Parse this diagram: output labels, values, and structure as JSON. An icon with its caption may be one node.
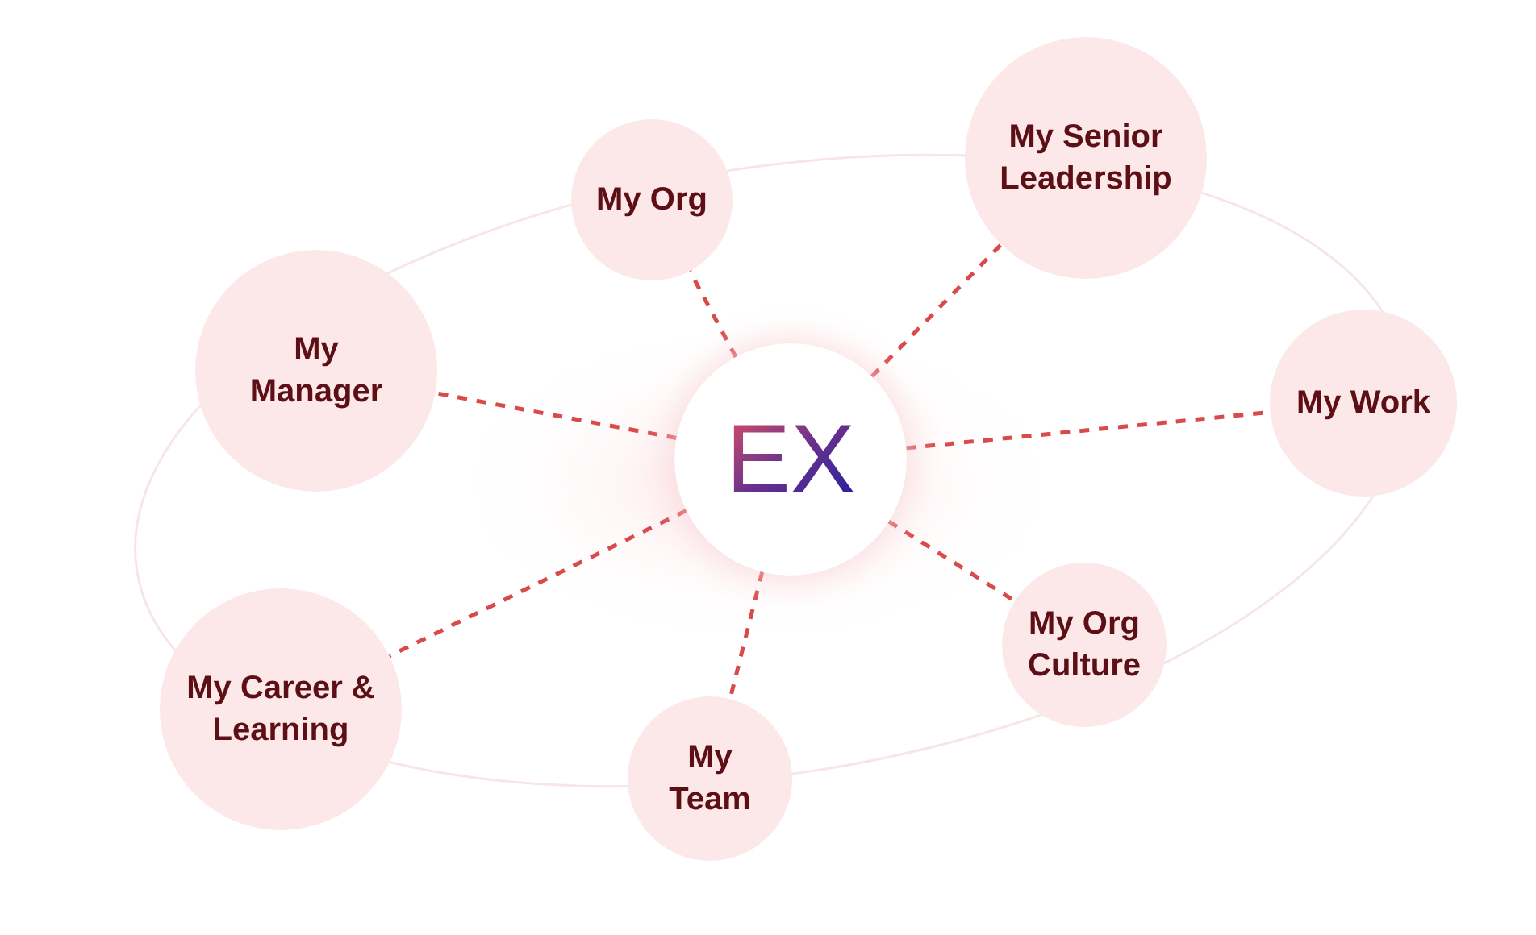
{
  "diagram": {
    "nodes": [
      {
        "text": [
          "EX"
        ]
      },
      {
        "text": [
          "My Org"
        ]
      },
      {
        "text": [
          "My Senior Leadership"
        ]
      },
      {
        "text": [
          "My Manager"
        ]
      },
      {
        "text": [
          "My Work"
        ]
      },
      {
        "text": [
          "My Career & Learning"
        ]
      },
      {
        "text": [
          "My Org Culture"
        ]
      },
      {
        "text": [
          "My Team"
        ]
      }
    ],
    "edges": [
      {
        "from": 0,
        "to": 1,
        "arrow": "none",
        "style": "dashed"
      },
      {
        "from": 0,
        "to": 2,
        "arrow": "none",
        "style": "dashed"
      },
      {
        "from": 0,
        "to": 3,
        "arrow": "none",
        "style": "dashed"
      },
      {
        "from": 0,
        "to": 4,
        "arrow": "none",
        "style": "dashed"
      },
      {
        "from": 0,
        "to": 5,
        "arrow": "none",
        "style": "dashed"
      },
      {
        "from": 0,
        "to": 6,
        "arrow": "none",
        "style": "dashed"
      },
      {
        "from": 0,
        "to": 7,
        "arrow": "none",
        "style": "dashed"
      }
    ]
  }
}
